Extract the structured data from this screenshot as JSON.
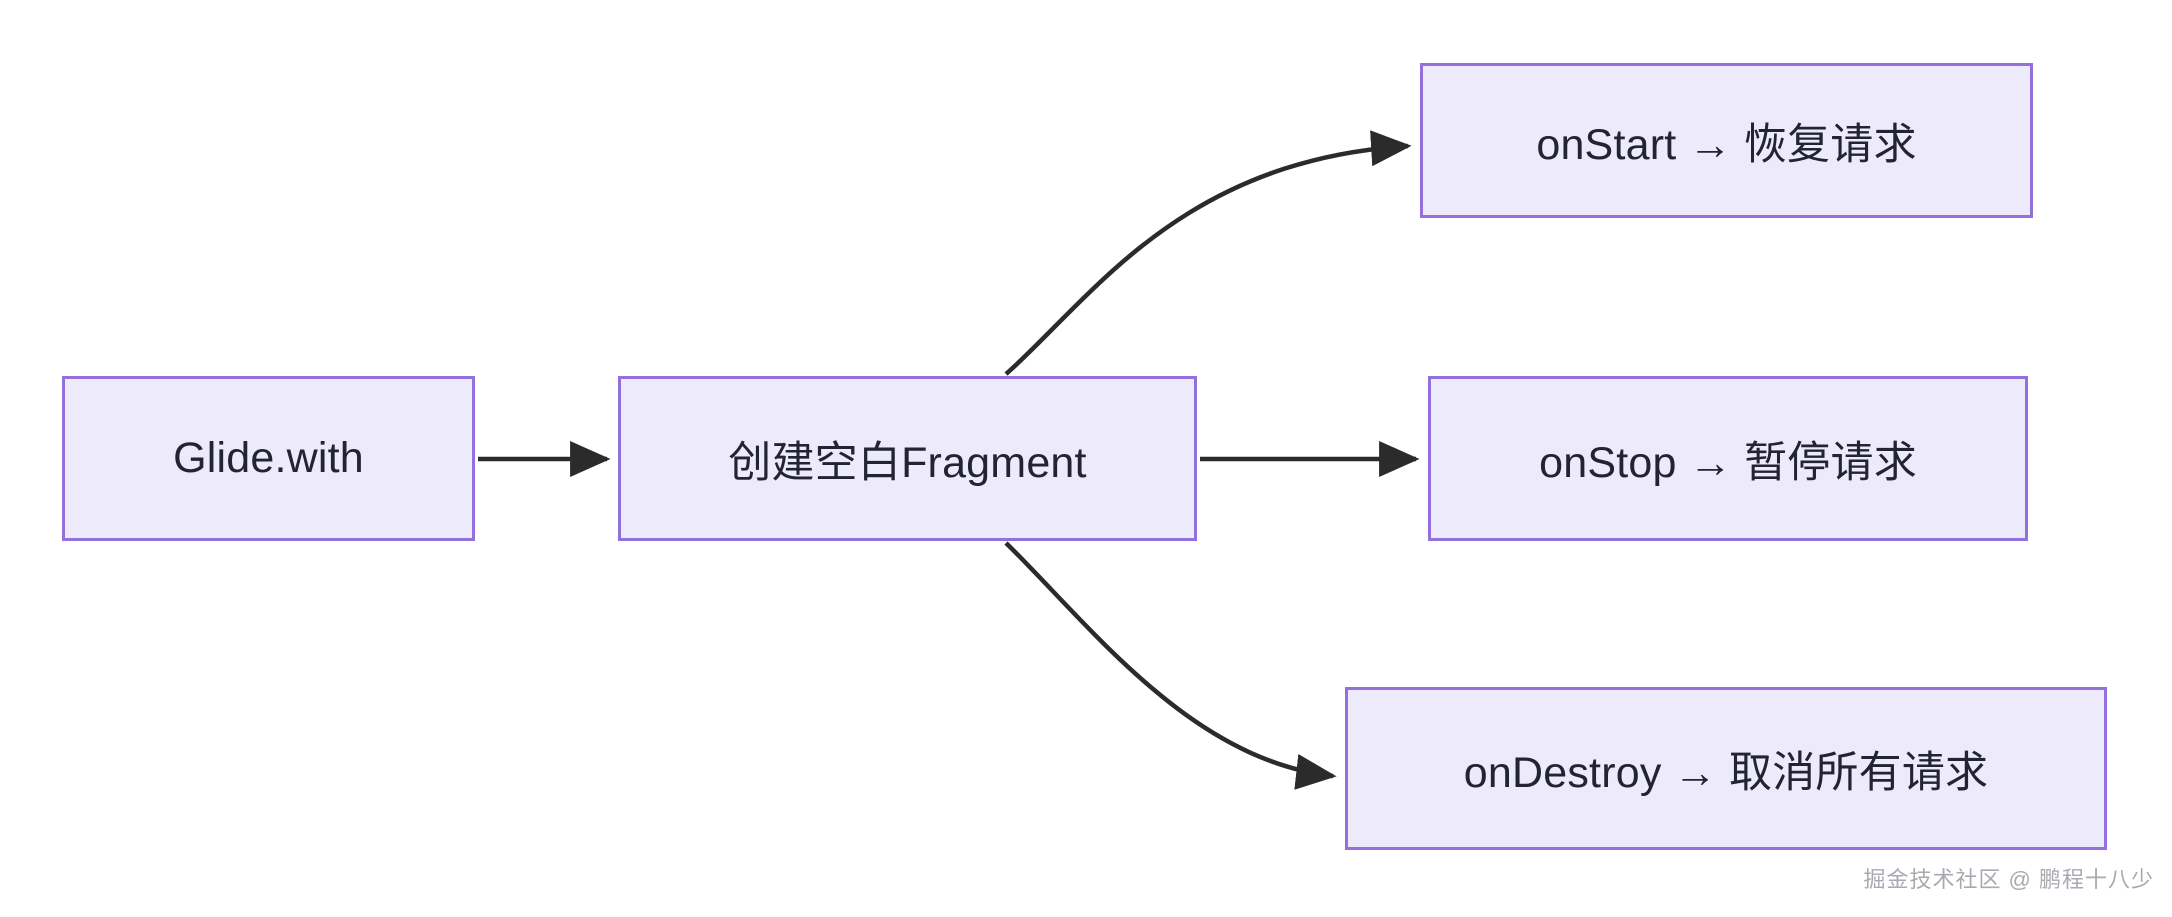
{
  "diagram": {
    "title": "Glide with Fragment lifecycle flow",
    "background_color": "#ffffff",
    "node_fill": "#ECEAFB",
    "node_border": "#9370DB",
    "node_text_color": "#232336",
    "edge_color": "#2B2B2B",
    "nodes": [
      {
        "id": "glide",
        "label": "Glide.with"
      },
      {
        "id": "create",
        "label": "创建空白Fragment"
      },
      {
        "id": "onstart",
        "label": "onStart → 恢复请求"
      },
      {
        "id": "onstop",
        "label": "onStop → 暂停请求"
      },
      {
        "id": "ondestroy",
        "label": "onDestroy → 取消所有请求"
      }
    ],
    "edges": [
      {
        "from": "glide",
        "to": "create",
        "style": "straight",
        "arrow": "end"
      },
      {
        "from": "create",
        "to": "onstart",
        "style": "curve-up",
        "arrow": "end"
      },
      {
        "from": "create",
        "to": "onstop",
        "style": "straight",
        "arrow": "end"
      },
      {
        "from": "create",
        "to": "ondestroy",
        "style": "curve-down",
        "arrow": "end"
      }
    ]
  },
  "watermark": {
    "text": "掘金技术社区 @ 鹏程十八少"
  }
}
